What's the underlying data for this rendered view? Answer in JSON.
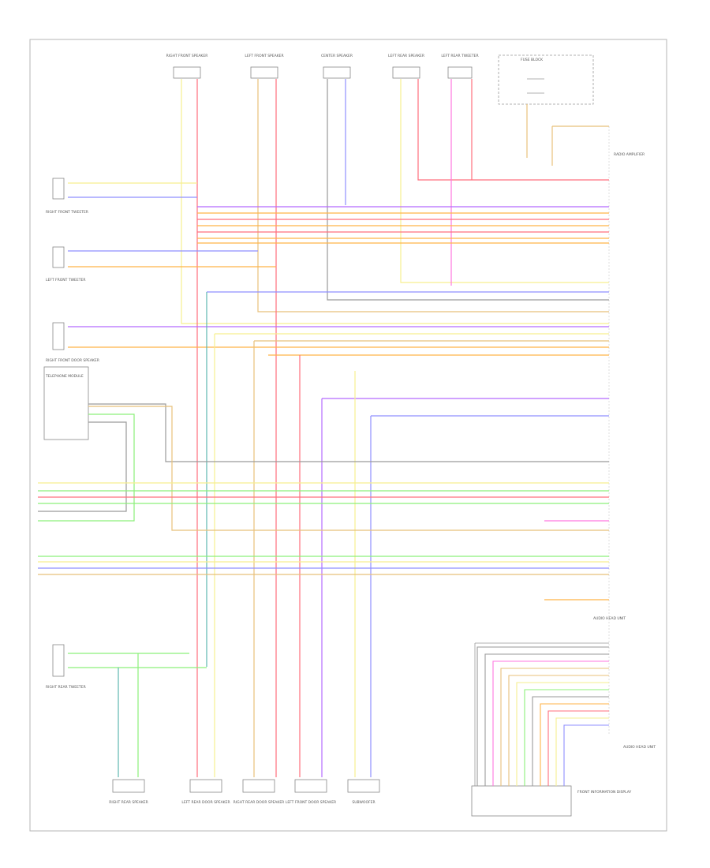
{
  "diagram": {
    "footer": "",
    "top_components": [
      {
        "id": "t1",
        "label": "RIGHT FRONT SPEAKER"
      },
      {
        "id": "t2",
        "label": "LEFT FRONT SPEAKER"
      },
      {
        "id": "t3",
        "label": "CENTER SPEAKER"
      },
      {
        "id": "t4",
        "label": "LEFT REAR SPEAKER"
      },
      {
        "id": "t5",
        "label": "LEFT REAR TWEETER"
      }
    ],
    "left_components": [
      {
        "id": "l1",
        "label": "RIGHT FRONT TWEETER"
      },
      {
        "id": "l2",
        "label": "LEFT FRONT TWEETER"
      },
      {
        "id": "l3",
        "label": "RIGHT FRONT DOOR SPEAKER"
      },
      {
        "id": "l4",
        "label": "TELEPHONE MODULE"
      },
      {
        "id": "l5",
        "label": "RIGHT REAR TWEETER"
      }
    ],
    "bottom_components": [
      {
        "id": "b1",
        "label": "RIGHT REAR SPEAKER"
      },
      {
        "id": "b2",
        "label": "LEFT REAR DOOR SPEAKER"
      },
      {
        "id": "b3",
        "label": "RIGHT REAR DOOR SPEAKER"
      },
      {
        "id": "b4",
        "label": "LEFT FRONT DOOR SPEAKER"
      },
      {
        "id": "b5",
        "label": "SUBWOOFER"
      }
    ],
    "right_labels": {
      "fuse_block": "FUSE BLOCK",
      "radio_amp": "RADIO AMPLIFIER",
      "front_info": "FRONT INFORMATION DISPLAY",
      "audio_head": "AUDIO HEAD UNIT",
      "audio_head_2": "AUDIO HEAD UNIT"
    },
    "colors": {
      "red": "#ff6f7d",
      "orange": "#ffb347",
      "yellow": "#f6ef8f",
      "blue": "#8f8fff",
      "violet": "#b36bff",
      "green": "#8cf07a",
      "gray": "#9a9a9a",
      "pink": "#ff77e0",
      "tan": "#e8c07a",
      "teal": "#5fb7b0"
    }
  }
}
